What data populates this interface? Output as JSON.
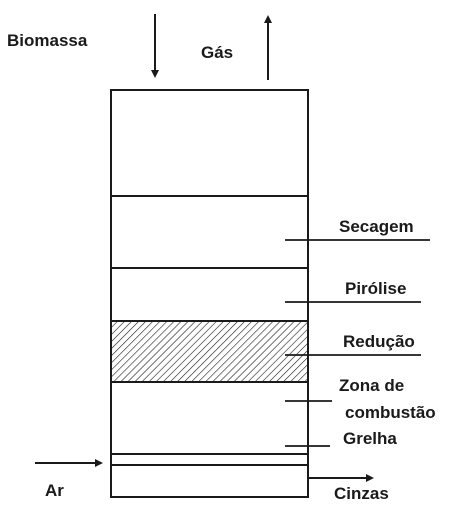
{
  "diagram": {
    "inputs": {
      "biomass": "Biomassa",
      "gas": "Gás",
      "air": "Ar",
      "ash": "Cinzas"
    },
    "zones": [
      {
        "label": "Secagem"
      },
      {
        "label": "Pirólise"
      },
      {
        "label": "Redução"
      },
      {
        "label_line1": "Zona de",
        "label_line2": "combustão"
      },
      {
        "label": "Grelha"
      }
    ],
    "colors": {
      "line": "#1a1a1a",
      "background": "#ffffff"
    }
  }
}
